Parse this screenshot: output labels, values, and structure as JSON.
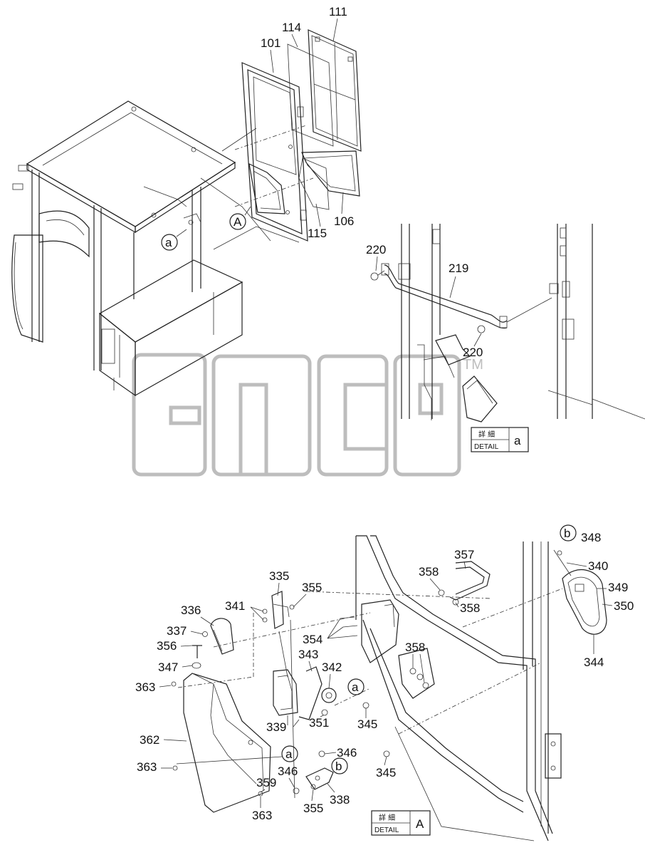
{
  "watermark": {
    "trademark": "TM"
  },
  "detail_boxes": [
    {
      "kanji": "詳 細",
      "word": "DETAIL",
      "letter": "a"
    },
    {
      "kanji": "詳 細",
      "word": "DETAIL",
      "letter": "A"
    }
  ],
  "callouts": {
    "top_A": "A",
    "top_a": "a",
    "bottom_a1": "a",
    "bottom_a2": "a",
    "bottom_b1": "b",
    "bottom_b2": "b"
  },
  "parts": {
    "p111": "111",
    "p114": "114",
    "p101": "101",
    "p106": "106",
    "p115": "115",
    "p220a": "220",
    "p219": "219",
    "p220b": "220",
    "p348": "348",
    "p357": "357",
    "p340": "340",
    "p335": "335",
    "p355a": "355",
    "p358a": "358",
    "p349": "349",
    "p350": "350",
    "p336": "336",
    "p341": "341",
    "p358b": "358",
    "p337": "337",
    "p354": "354",
    "p356": "356",
    "p358c": "358",
    "p344": "344",
    "p343": "343",
    "p342": "342",
    "p347": "347",
    "p363a": "363",
    "p345a": "345",
    "p339": "339",
    "p351": "351",
    "p362": "362",
    "p346a": "346",
    "p363b": "363",
    "p346b": "346",
    "p345b": "345",
    "p359": "359",
    "p338": "338",
    "p355b": "355",
    "p363c": "363"
  }
}
